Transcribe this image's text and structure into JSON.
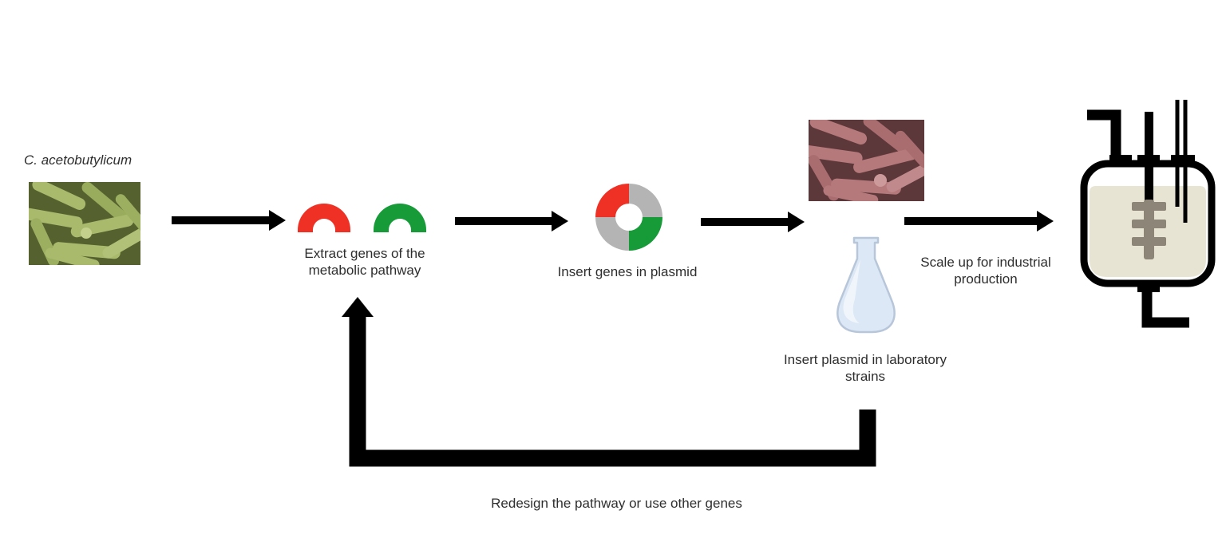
{
  "diagram": {
    "labels": {
      "source_organism": "C. acetobutylicum",
      "extract_genes": "Extract genes of the metabolic pathway",
      "insert_genes": "Insert genes in plasmid",
      "insert_plasmid_strains": "Insert plasmid in laboratory strains",
      "scale_up": "Scale up for industrial production",
      "redesign": "Redesign the pathway or use other genes"
    },
    "icons": [
      "green-bacteria-micrograph",
      "gene-arc-red",
      "gene-arc-green",
      "plasmid-icon",
      "pink-bacteria-micrograph",
      "flask-icon",
      "bioreactor-icon",
      "right-arrow",
      "feedback-loop-arrow"
    ],
    "colors": {
      "text": "#2e2e2e",
      "arrow": "#000000",
      "gene_red": "#ee3124",
      "gene_green": "#169b38",
      "plasmid_gray": "#b4b4b4",
      "flask_fill": "#dce8f5",
      "flask_stroke": "#b8c6da",
      "reactor_liquid": "#e8e4d3",
      "impeller": "#8d8577",
      "green_micrograph_bg": "#55622f",
      "green_micrograph_rod": "#a9ba6d",
      "pink_micrograph_bg": "#5c383a",
      "pink_micrograph_rod": "#b5797b"
    }
  }
}
